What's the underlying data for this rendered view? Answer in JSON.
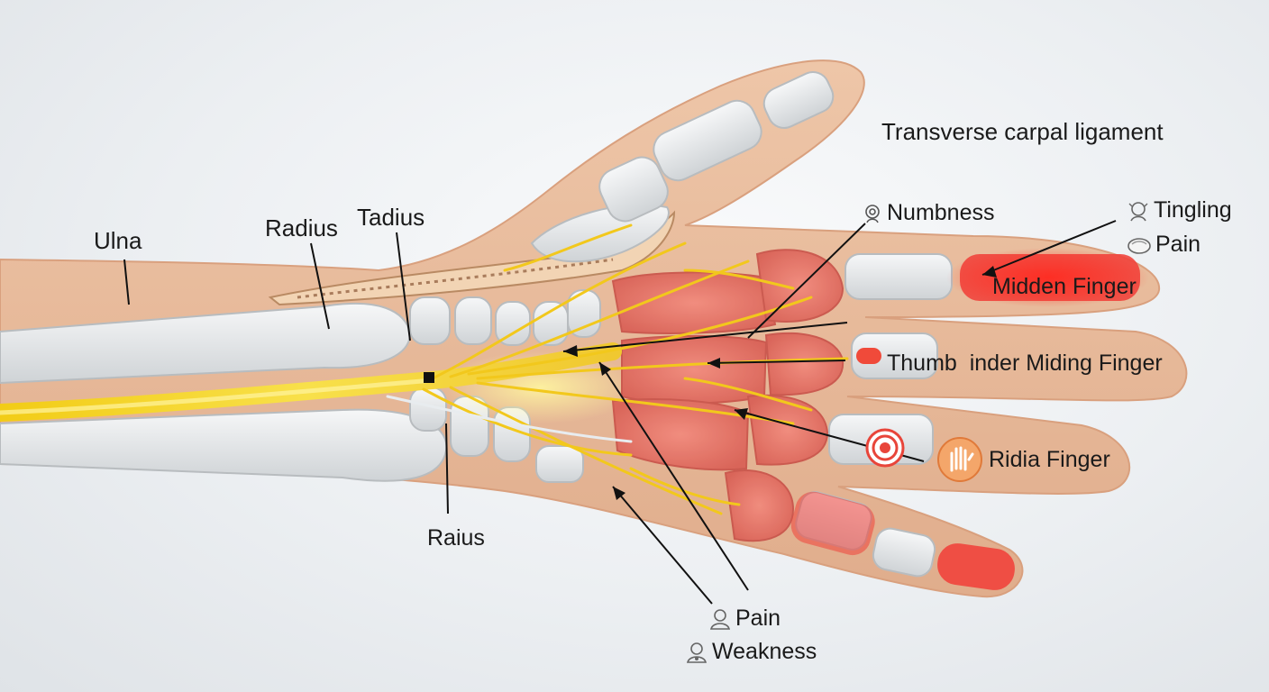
{
  "labels": {
    "ulna": "Ulna",
    "radius": "Radius",
    "tadius": "Tadius",
    "raius": "Raius",
    "transverse_carpal_ligament": "Transverse carpal ligament",
    "numbness": "Numbness",
    "tingling": "Tingling",
    "pain_top": "Pain",
    "midden_finger": "Midden Finger",
    "thumb_inder": "Thumb  inder Miding Finger",
    "ridia_finger": "Ridia Finger",
    "pain_bottom": "Pain",
    "weakness": "Weakness"
  },
  "colors": {
    "skin": "#e9bfa0",
    "bone": "#e6e8ea",
    "nerve": "#f4d21f",
    "inflamed": "#e8736a",
    "alert_red": "#f0413a",
    "background": "#eceff2"
  },
  "icons": [
    "numbness-icon",
    "tingling-icon",
    "pain-icon",
    "target-icon",
    "hand-icon",
    "weakness-icon"
  ]
}
